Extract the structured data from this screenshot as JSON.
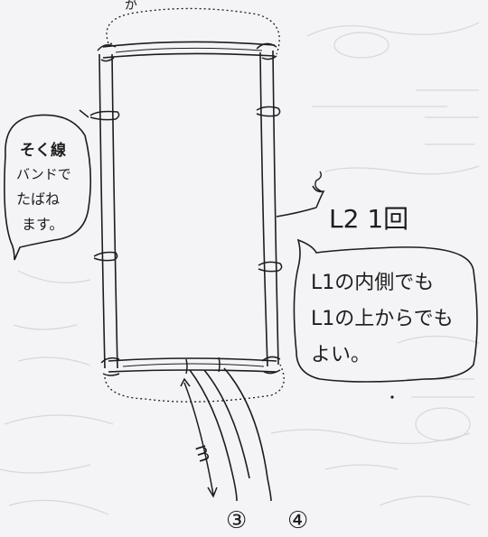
{
  "diagram": {
    "top_fragment": "が",
    "left_note": [
      "そく線",
      "バンドで",
      "たばね",
      "ます。"
    ],
    "part_label": "L2 1回",
    "right_note": [
      "L1の内側でも",
      "L1の上からでも",
      "よい。"
    ],
    "arrow_label": "m",
    "step_labels": [
      "③",
      "④"
    ]
  },
  "colors": {
    "paper": "#f4f3f6",
    "ink": "#1d1d1d",
    "faint": "#d8d6dc"
  }
}
